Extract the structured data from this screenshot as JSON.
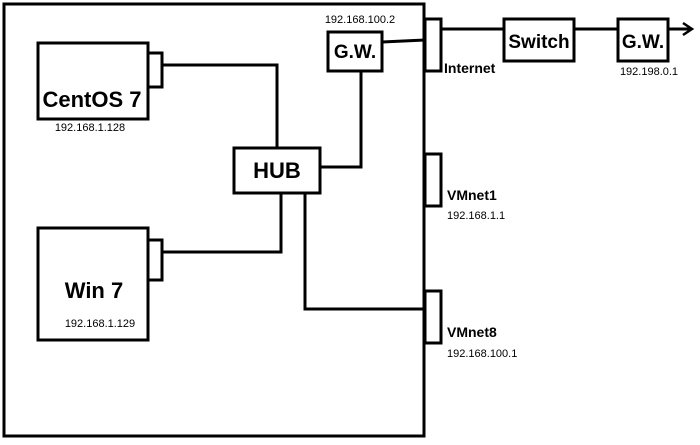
{
  "nodes": {
    "centos": {
      "name": "CentOS 7",
      "ip": "192.168.1.128"
    },
    "win": {
      "name": "Win 7",
      "ip": "192.168.1.129"
    },
    "hub": {
      "name": "HUB"
    },
    "gw_inner": {
      "name": "G.W.",
      "ip": "192.168.100.2"
    },
    "switch": {
      "name": "Switch"
    },
    "gw_outer": {
      "name": "G.W.",
      "ip": "192.198.0.1"
    }
  },
  "ports": {
    "internet": {
      "name": "Internet"
    },
    "vmnet1": {
      "name": "VMnet1",
      "ip": "192.168.1.1"
    },
    "vmnet8": {
      "name": "VMnet8",
      "ip": "192.168.100.1"
    }
  }
}
